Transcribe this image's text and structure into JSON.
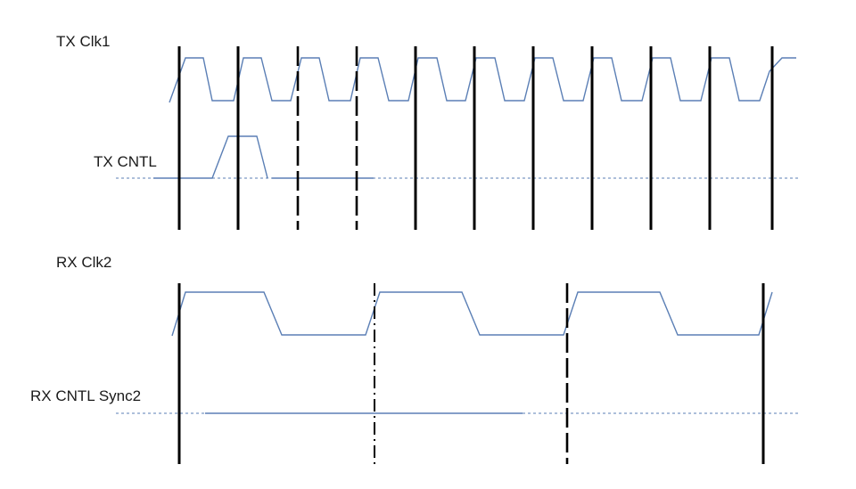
{
  "signals": {
    "tx_clk1": "TX Clk1",
    "tx_cntl": "TX CNTL",
    "rx_clk2": "RX Clk2",
    "rx_cntl_sync2": "RX CNTL Sync2"
  },
  "colors": {
    "waveform": "#5b7fb5",
    "edges": "#000000",
    "text": "#1a1a1a"
  }
}
